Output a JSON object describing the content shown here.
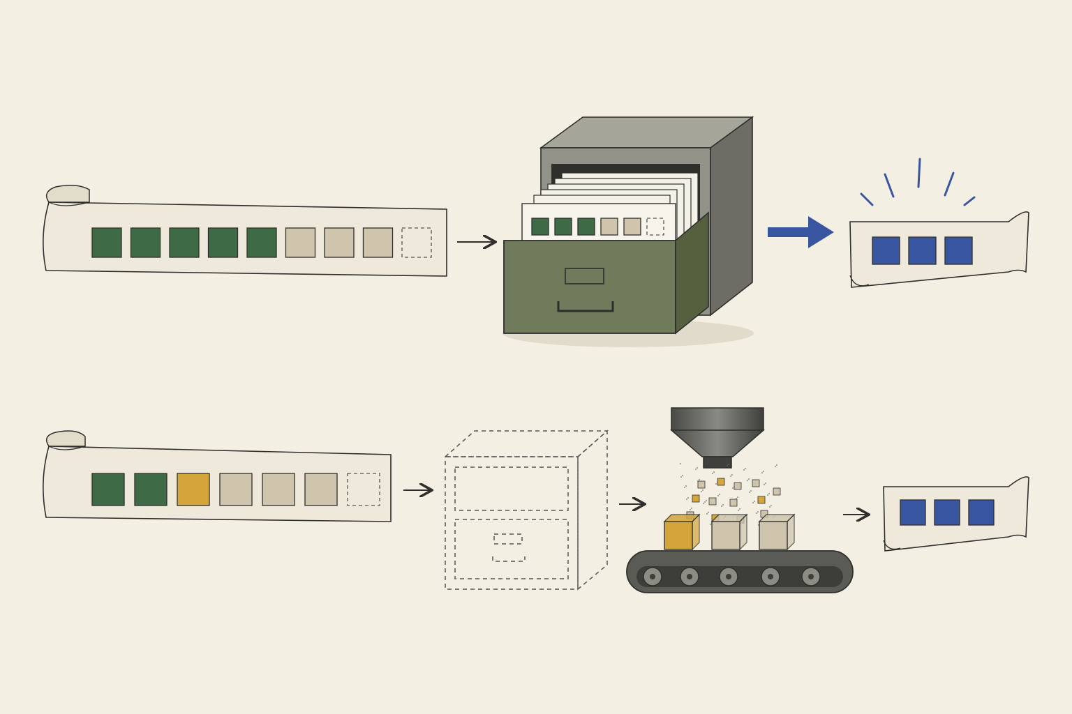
{
  "colors": {
    "background": "#f3efe3",
    "paper": "#eee9db",
    "ink": "#2e2e2c",
    "cached_token": "#3e6b45",
    "uncached_token": "#cfc5ad",
    "new_token": "#d4a53a",
    "output_token": "#3856a0",
    "cabinet_body": "#8a8a80",
    "drawer": "#6f7b5a",
    "conveyor": "#5b5b55"
  },
  "rows": [
    {
      "id": "cache-hit",
      "input_tokens": [
        "cached",
        "cached",
        "cached",
        "cached",
        "cached",
        "uncached",
        "uncached",
        "uncached",
        "empty"
      ],
      "card_tokens": [
        "cached",
        "cached",
        "cached",
        "uncached",
        "uncached",
        "empty"
      ],
      "output_tokens": [
        "output",
        "output",
        "output"
      ],
      "steps": [
        "input-scroll",
        "arrow",
        "filing-cabinet",
        "arrow",
        "output-scroll"
      ]
    },
    {
      "id": "cache-miss",
      "input_tokens": [
        "cached",
        "cached",
        "new",
        "uncached",
        "uncached",
        "uncached",
        "empty"
      ],
      "cubes": [
        "new",
        "uncached",
        "uncached"
      ],
      "output_tokens": [
        "output",
        "output",
        "output"
      ],
      "steps": [
        "input-scroll",
        "arrow",
        "empty-cabinet",
        "arrow",
        "conveyor-hopper",
        "arrow",
        "output-scroll"
      ]
    }
  ],
  "icons": [
    "scroll-icon",
    "arrow-right-icon",
    "filing-cabinet-icon",
    "dashed-cabinet-icon",
    "hopper-icon",
    "conveyor-belt-icon",
    "sparkle-icon"
  ]
}
